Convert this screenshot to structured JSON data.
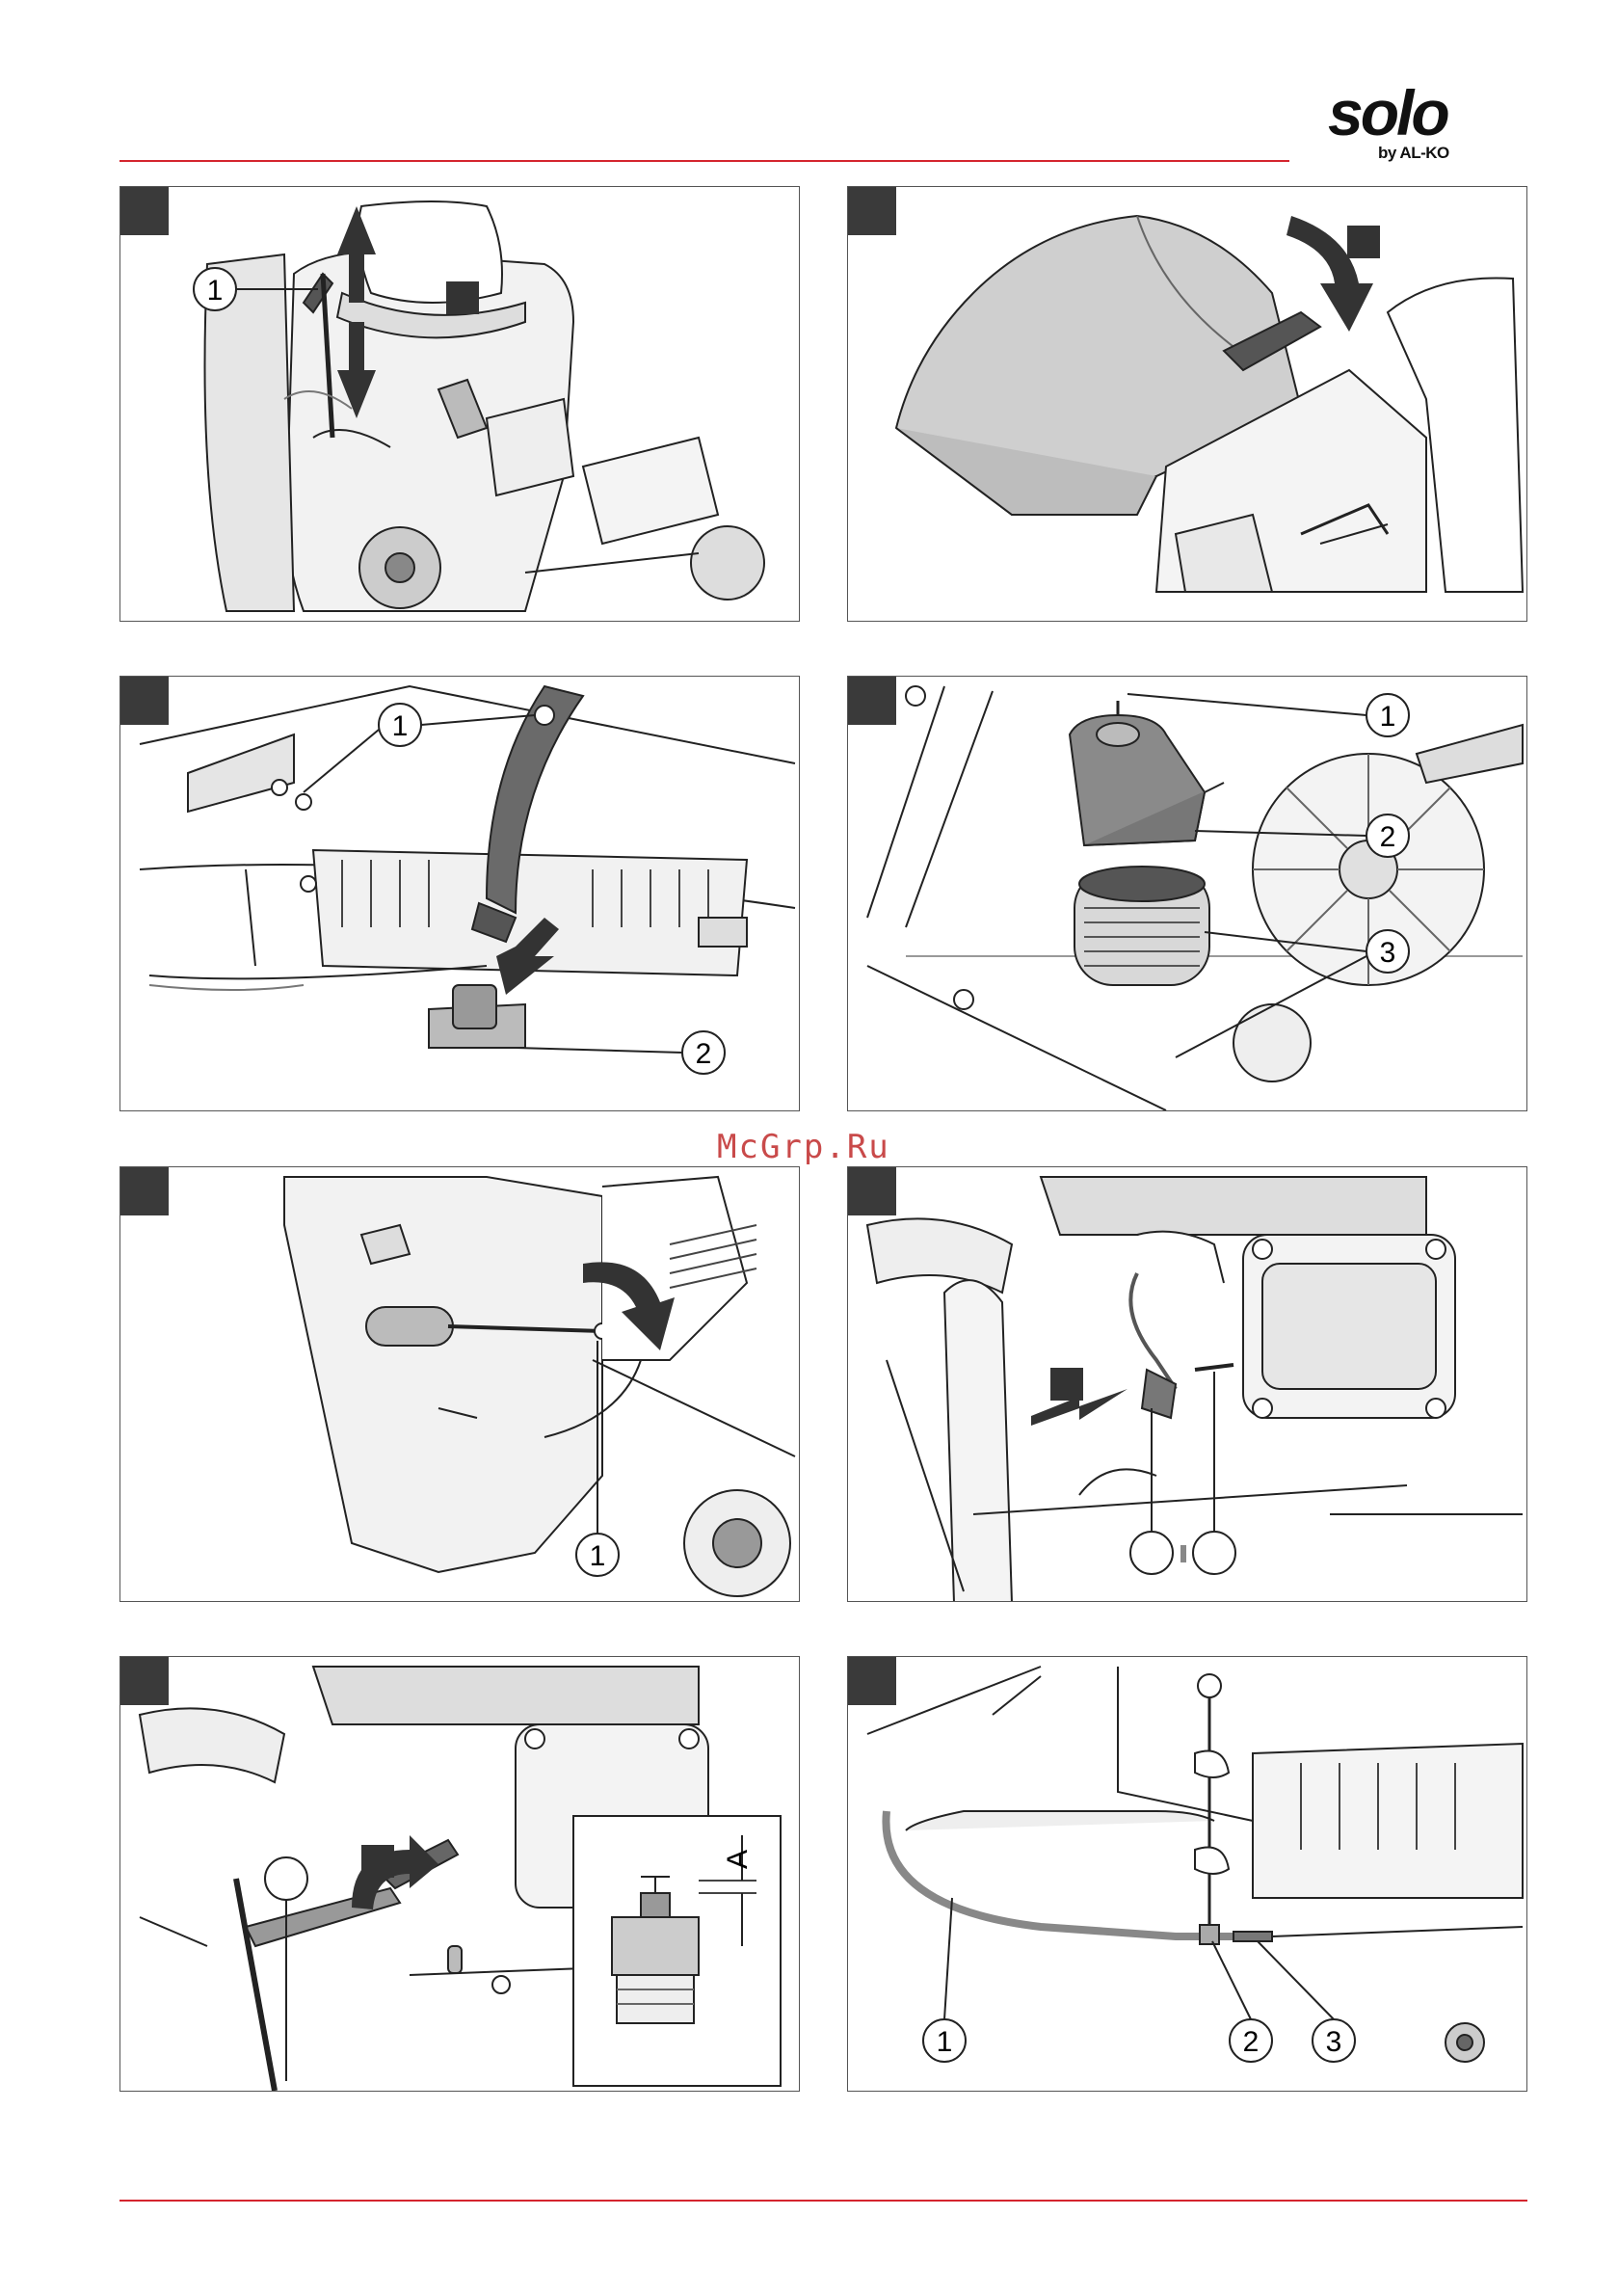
{
  "header": {
    "brand": "solo",
    "brand_sub": "by AL-KO",
    "rule_color": "#d4252e"
  },
  "watermark": {
    "text": "McGrp.Ru",
    "color": "#c94a4a"
  },
  "figures": [
    {
      "id": "fig-1",
      "callouts": [
        "1"
      ]
    },
    {
      "id": "fig-2",
      "callouts": []
    },
    {
      "id": "fig-3",
      "callouts": [
        "1",
        "2"
      ]
    },
    {
      "id": "fig-4",
      "callouts": [
        "1",
        "2",
        "3"
      ]
    },
    {
      "id": "fig-5",
      "callouts": [
        "1"
      ]
    },
    {
      "id": "fig-6",
      "callouts": []
    },
    {
      "id": "fig-7",
      "callouts": [],
      "dimension_label": "A"
    },
    {
      "id": "fig-8",
      "callouts": [
        "1",
        "2",
        "3"
      ]
    }
  ],
  "footer": {
    "rule_color": "#d4252e"
  }
}
